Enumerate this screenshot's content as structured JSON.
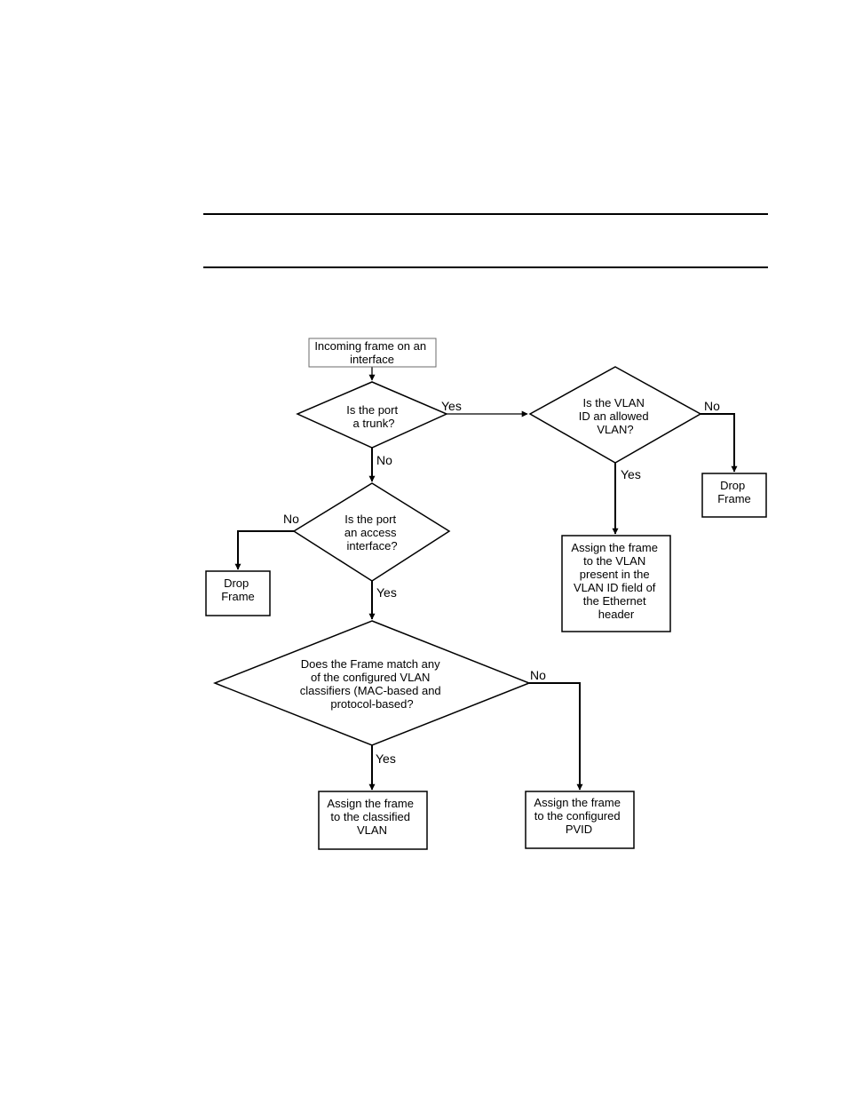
{
  "flowchart": {
    "nodes": {
      "start": {
        "lines": [
          "Incoming frame on an",
          "interface"
        ]
      },
      "trunk_check": {
        "lines": [
          "Is the port",
          "a trunk?"
        ]
      },
      "vlan_allowed_check": {
        "lines": [
          "Is the VLAN",
          "ID an allowed",
          "VLAN?"
        ]
      },
      "drop_frame_right": {
        "lines": [
          "Drop",
          "Frame"
        ]
      },
      "assign_vlan_id": {
        "lines": [
          "Assign the frame",
          "to the VLAN",
          "present in the",
          "VLAN ID field of",
          "the Ethernet",
          "header"
        ]
      },
      "access_check": {
        "lines": [
          "Is the port",
          "an access",
          "interface?"
        ]
      },
      "drop_frame_left": {
        "lines": [
          "Drop",
          "Frame"
        ]
      },
      "classifier_check": {
        "lines": [
          "Does the Frame match any",
          "of the configured VLAN",
          "classifiers (MAC-based and",
          "protocol-based?"
        ]
      },
      "assign_classified": {
        "lines": [
          "Assign the frame",
          "to the classified",
          "VLAN"
        ]
      },
      "assign_pvid": {
        "lines": [
          "Assign the frame",
          "to the configured",
          "PVID"
        ]
      }
    },
    "edge_labels": {
      "trunk_yes": "Yes",
      "trunk_no": "No",
      "vlan_allowed_no": "No",
      "vlan_allowed_yes": "Yes",
      "access_no": "No",
      "access_yes": "Yes",
      "classifier_no": "No",
      "classifier_yes": "Yes"
    }
  }
}
